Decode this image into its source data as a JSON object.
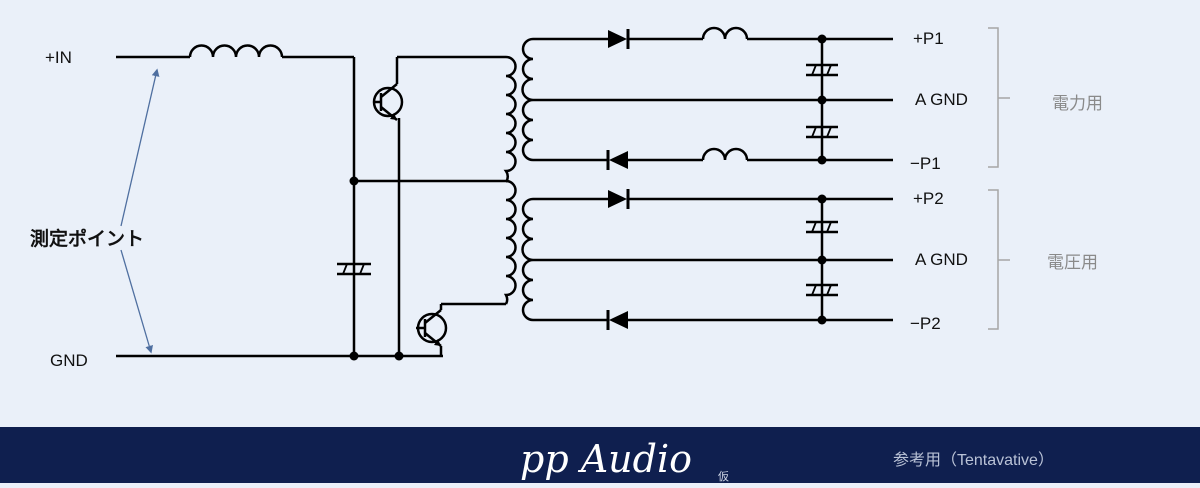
{
  "labels": {
    "plus_in": "+IN",
    "gnd": "GND",
    "measure_point": "測定ポイント",
    "p1_plus": "+P1",
    "agnd_1": "A GND",
    "p1_minus": "−P1",
    "p2_plus": "+P2",
    "agnd_2": "A GND",
    "p2_minus": "−P2",
    "power_section": "電力用",
    "voltage_section": "電圧用"
  },
  "footer": {
    "brand": "pp Audio",
    "brand_small": "仮",
    "tentative": "参考用（Tentavative）"
  },
  "colors": {
    "background": "#eaf0f9",
    "footer_bar": "#0f1f4f",
    "wire": "#000000",
    "arrow": "#4f6fa0",
    "bracket": "#a6a6a6"
  }
}
